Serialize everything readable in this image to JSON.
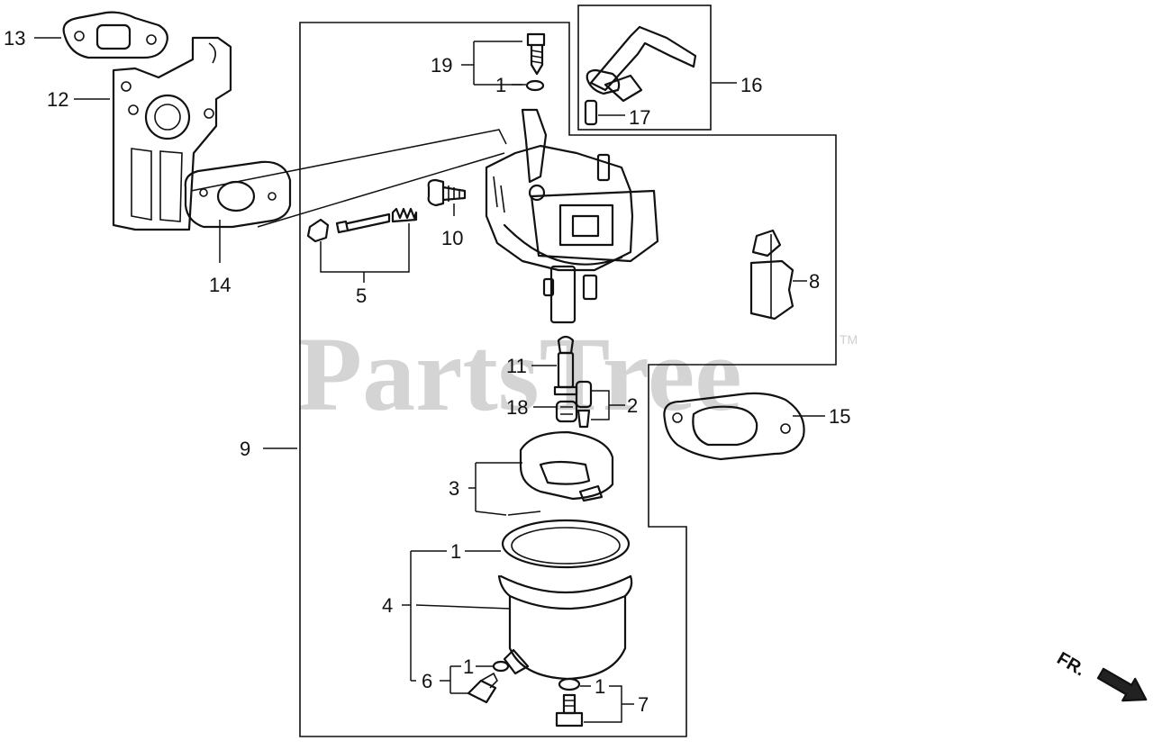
{
  "watermark": {
    "brand": "PartsTree",
    "trademark": "TM"
  },
  "direction": {
    "label": "FR."
  },
  "callouts": [
    {
      "id": "c13",
      "text": "13"
    },
    {
      "id": "c12",
      "text": "12"
    },
    {
      "id": "c14",
      "text": "14"
    },
    {
      "id": "c19",
      "text": "19"
    },
    {
      "id": "c1a",
      "text": "1"
    },
    {
      "id": "c16",
      "text": "16"
    },
    {
      "id": "c17",
      "text": "17"
    },
    {
      "id": "c10",
      "text": "10"
    },
    {
      "id": "c5",
      "text": "5"
    },
    {
      "id": "c8",
      "text": "8"
    },
    {
      "id": "c11",
      "text": "11"
    },
    {
      "id": "c18",
      "text": "18"
    },
    {
      "id": "c2",
      "text": "2"
    },
    {
      "id": "c15",
      "text": "15"
    },
    {
      "id": "c9",
      "text": "9"
    },
    {
      "id": "c3",
      "text": "3"
    },
    {
      "id": "c1b",
      "text": "1"
    },
    {
      "id": "c4",
      "text": "4"
    },
    {
      "id": "c6",
      "text": "6"
    },
    {
      "id": "c1c",
      "text": "1"
    },
    {
      "id": "c1d",
      "text": "1"
    },
    {
      "id": "c7",
      "text": "7"
    }
  ]
}
